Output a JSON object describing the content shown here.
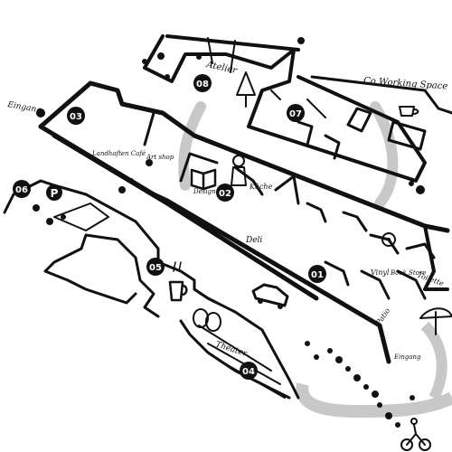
{
  "markers": [
    {
      "id": "m08",
      "text": "08"
    },
    {
      "id": "m07",
      "text": "07"
    },
    {
      "id": "m03",
      "text": "03"
    },
    {
      "id": "m06",
      "text": "06"
    },
    {
      "id": "m02",
      "text": "02"
    },
    {
      "id": "m05",
      "text": "05"
    },
    {
      "id": "m01",
      "text": "01"
    },
    {
      "id": "m04",
      "text": "04"
    }
  ],
  "labels": {
    "atelier": "Atelier",
    "coworking": "Co Working Space",
    "eingang_top": "Eingang",
    "landhaften_cafe": "Landhaften Café",
    "art_shop": "Art shop",
    "design": "Design",
    "kuche": "Küche",
    "deli": "Deli",
    "vinyl": "Vinyl",
    "book_store": "Book Store",
    "toilette": "Toilette",
    "theater": "Theater",
    "patio": "Patio",
    "eingang_bottom": "Eingang",
    "parking": "P"
  },
  "colors": {
    "ink": "#111111",
    "route": "#c8c8c8",
    "paper": "#ffffff"
  },
  "icons": [
    "parking-icon",
    "coffee-cup-icon",
    "book-icon",
    "chef-icon",
    "theater-masks-icon",
    "beer-glass-icon",
    "car-icon",
    "cyclist-icon",
    "vinyl-record-icon",
    "lamp-icon",
    "umbrella-icon"
  ]
}
